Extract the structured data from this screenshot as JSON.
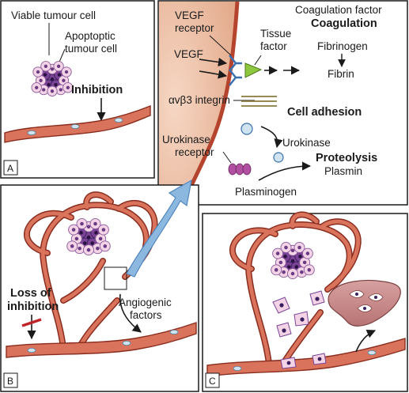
{
  "panel_a": {
    "label": "A",
    "viable_cell": "Viable tumour cell",
    "apoptotic_cell_line1": "Apoptoptic",
    "apoptotic_cell_line2": "tumour cell",
    "inhibition": "Inhibition"
  },
  "panel_b": {
    "label": "B",
    "loss_line1": "Loss of",
    "loss_line2": "inhibition",
    "factors_line1": "Angiogenic",
    "factors_line2": "factors"
  },
  "panel_c": {
    "label": "C"
  },
  "detail": {
    "vegf_receptor_line1": "VEGF",
    "vegf_receptor_line2": "receptor",
    "vegf": "VEGF",
    "tissue_factor_line1": "Tissue",
    "tissue_factor_line2": "factor",
    "integrin": "αvβ3 integrin",
    "urokinase_receptor_line1": "Urokinase",
    "urokinase_receptor_line2": "receptor",
    "coag_factor": "Coagulation factor",
    "coagulation": "Coagulation",
    "fibrinogen": "Fibrinogen",
    "fibrin": "Fibrin",
    "cell_adhesion": "Cell adhesion",
    "urokinase": "Urokinase",
    "proteolysis": "Proteolysis",
    "plasmin": "Plasmin",
    "plasminogen": "Plasminogen"
  },
  "colors": {
    "vessel": "#d9735c",
    "vessel_dark": "#8a2d1f",
    "cell_fill": "#f3d3e6",
    "apoptotic": "#7a4396",
    "endothelium": "#e9bba0",
    "arrow_blue": "#8cb8e0",
    "receptor_blue": "#3a6fb0",
    "tissue_factor": "#8dc63f",
    "urokinase_receptor": "#b14fa0",
    "liver": "#c98b8b"
  }
}
